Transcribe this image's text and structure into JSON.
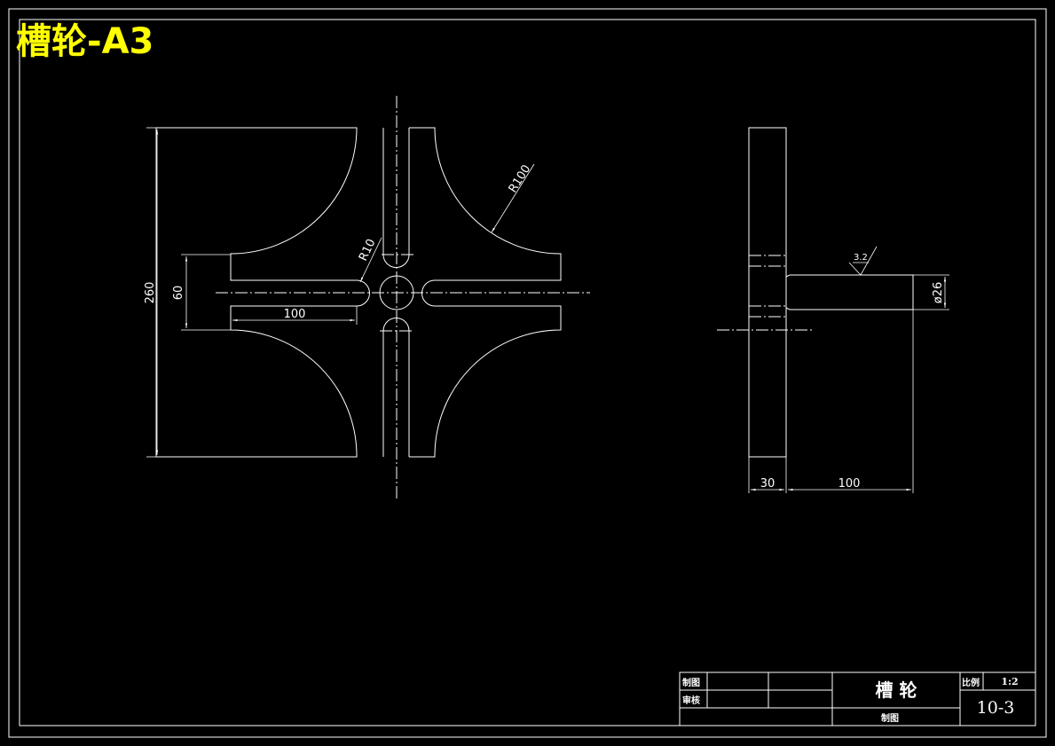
{
  "sheet_title": "槽轮-A3",
  "dimensions": {
    "overall_height": "260",
    "slot_height": "60",
    "slot_length": "100",
    "slot_radius": "R10",
    "outer_radius": "R100",
    "hub_thickness": "30",
    "shaft_length": "100",
    "shaft_diameter": "ø26",
    "surface_roughness": "3.2"
  },
  "title_block": {
    "drawn_label": "制图",
    "checked_label": "审核",
    "part_name": "槽  轮",
    "bottom_label": "制图",
    "scale_label": "比例",
    "scale_value": "1:2",
    "drawing_number": "10-3"
  },
  "colors": {
    "background": "#000000",
    "line": "#ffffff",
    "title": "#ffff00"
  }
}
